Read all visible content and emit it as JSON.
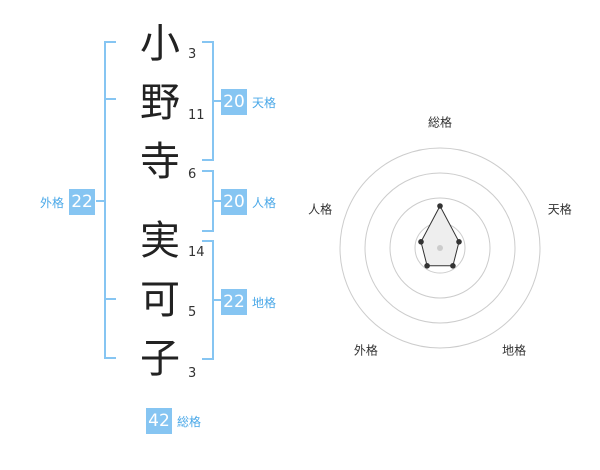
{
  "name": {
    "characters": [
      {
        "char": "小",
        "strokes": "3"
      },
      {
        "char": "野",
        "strokes": "11"
      },
      {
        "char": "寺",
        "strokes": "6"
      },
      {
        "char": "実",
        "strokes": "14"
      },
      {
        "char": "可",
        "strokes": "5"
      },
      {
        "char": "子",
        "strokes": "3"
      }
    ]
  },
  "scores": {
    "tenkaku": {
      "value": "20",
      "label": "天格"
    },
    "jinkaku": {
      "value": "20",
      "label": "人格"
    },
    "chikaku": {
      "value": "22",
      "label": "地格"
    },
    "gaikaku": {
      "value": "22",
      "label": "外格"
    },
    "soukaku": {
      "value": "42",
      "label": "総格"
    }
  },
  "radar": {
    "axes": [
      {
        "name": "総格",
        "level": 0.42
      },
      {
        "name": "天格",
        "level": 0.2
      },
      {
        "name": "地格",
        "level": 0.22
      },
      {
        "name": "外格",
        "level": 0.22
      },
      {
        "name": "人格",
        "level": 0.2
      }
    ],
    "rings": 4,
    "colors": {
      "ring": "#cccccc",
      "polygon_fill": "#eeeeee",
      "polygon_stroke": "#333333",
      "point": "#333333",
      "center": "#cccccc"
    }
  },
  "colors": {
    "accent": "#86c5f2",
    "accent_text": "#4aa8e8"
  }
}
